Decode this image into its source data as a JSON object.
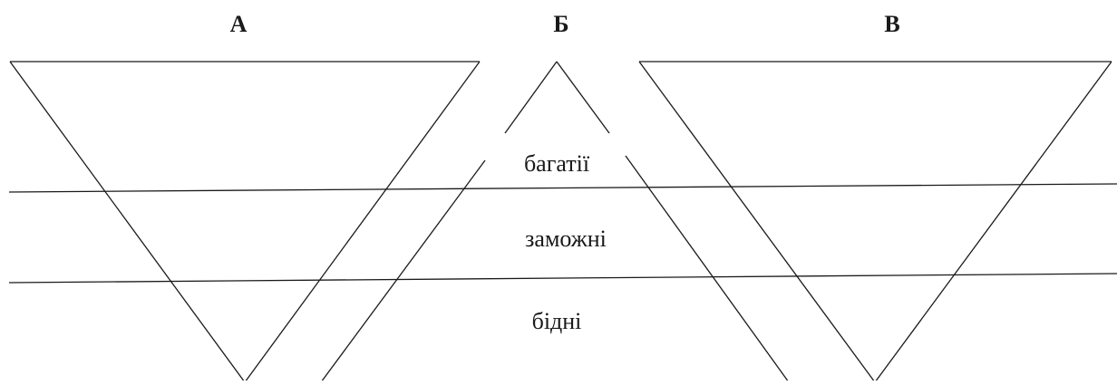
{
  "panels": {
    "a": "А",
    "b": "Б",
    "v": "В"
  },
  "strata": {
    "rich": "багатії",
    "middle": "заможні",
    "poor": "бідні"
  },
  "colors": {
    "line": "#1a1a1a",
    "background": "#ffffff"
  }
}
